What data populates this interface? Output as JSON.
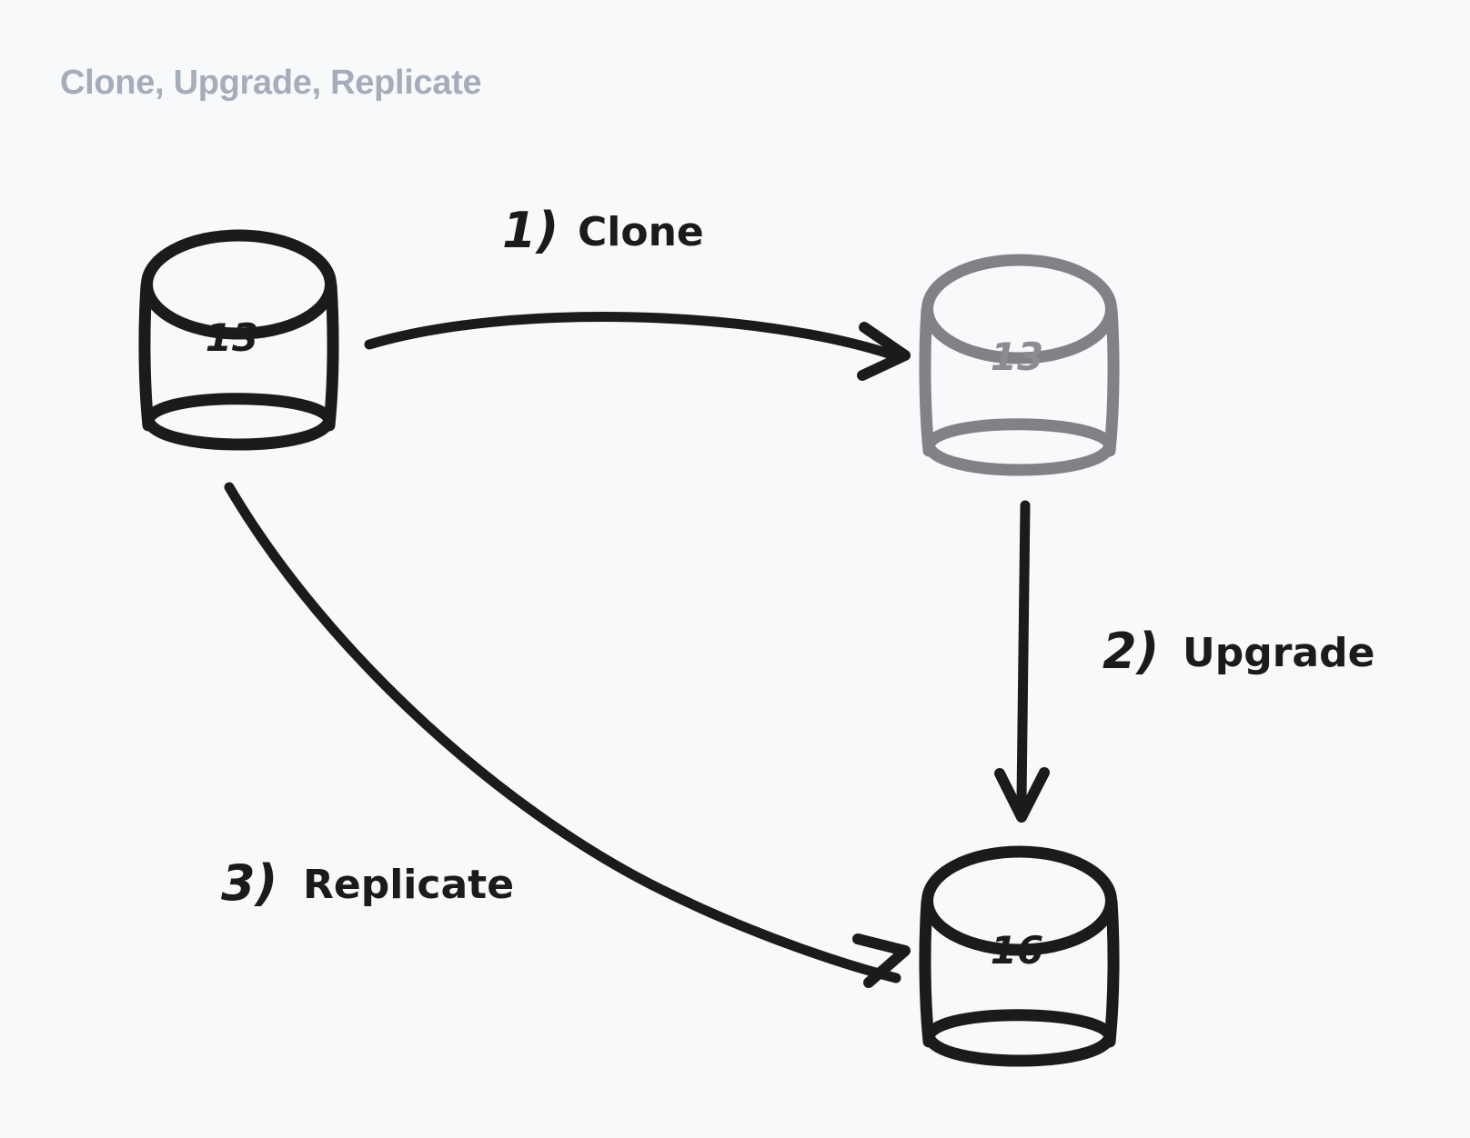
{
  "board": {
    "title": "Clone, Upgrade, Replicate",
    "background_color": "#f8f9fb",
    "title_color": "#a5adba"
  },
  "palette": {
    "ink": "#1b1b1d",
    "muted": "#808285"
  },
  "nodes": [
    {
      "id": "source-db",
      "icon": "database-cylinder-icon",
      "label": "13",
      "state": "active",
      "color": "#1b1b1d"
    },
    {
      "id": "clone-db",
      "icon": "database-cylinder-icon",
      "label": "13",
      "state": "cloned",
      "color": "#808285"
    },
    {
      "id": "upgraded-db",
      "icon": "database-cylinder-icon",
      "label": "16",
      "state": "upgraded",
      "color": "#1b1b1d"
    }
  ],
  "edges": [
    {
      "id": "clone-edge",
      "number": "1)",
      "word": "Clone",
      "from": "source-db",
      "to": "clone-db"
    },
    {
      "id": "upgrade-edge",
      "number": "2)",
      "word": "Upgrade",
      "from": "clone-db",
      "to": "upgraded-db"
    },
    {
      "id": "replicate-edge",
      "number": "3)",
      "word": "Replicate",
      "from": "source-db",
      "to": "upgraded-db"
    }
  ]
}
